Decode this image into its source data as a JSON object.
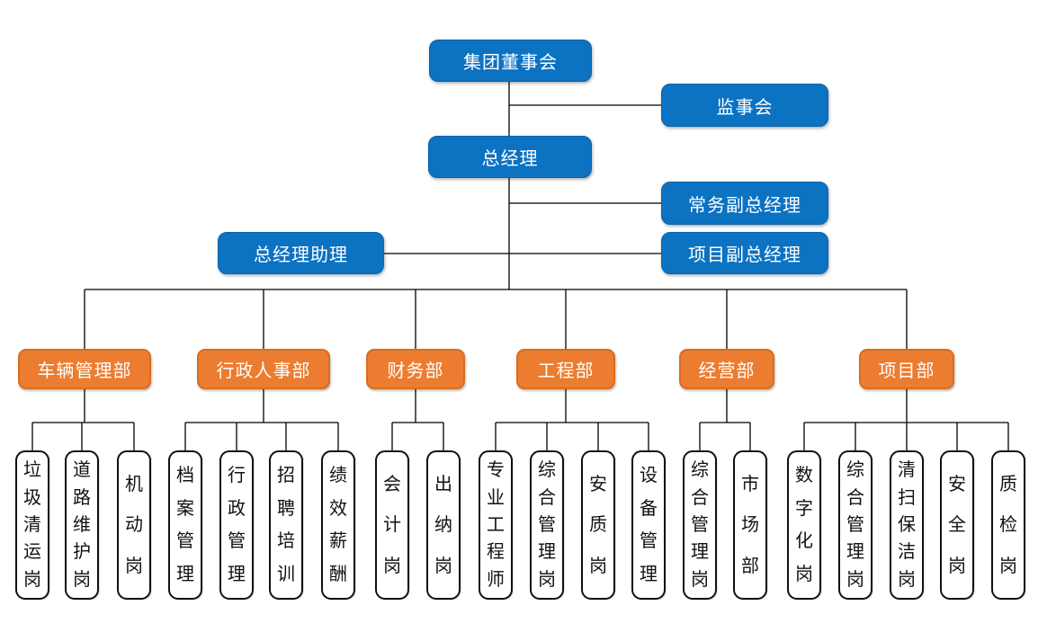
{
  "org": {
    "executives": {
      "board": "集团董事会",
      "supervisory_board": "监事会",
      "general_manager": "总经理",
      "exec_deputy_gm": "常务副总经理",
      "gm_assistant": "总经理助理",
      "project_deputy_gm": "项目副总经理"
    },
    "departments": [
      {
        "label": "车辆管理部",
        "positions": [
          "垃圾清运岗",
          "道路维护岗",
          "机动岗"
        ]
      },
      {
        "label": "行政人事部",
        "positions": [
          "档案管理",
          "行政管理",
          "招聘培训",
          "绩效薪酬"
        ]
      },
      {
        "label": "财务部",
        "positions": [
          "会计岗",
          "出纳岗"
        ]
      },
      {
        "label": "工程部",
        "positions": [
          "专业工程师",
          "综合管理岗",
          "安质岗",
          "设备管理"
        ]
      },
      {
        "label": "经营部",
        "positions": [
          "综合管理岗",
          "市场部"
        ]
      },
      {
        "label": "项目部",
        "positions": [
          "数字化岗",
          "综合管理岗",
          "清扫保洁岗",
          "安全岗",
          "质检岗"
        ]
      }
    ],
    "colors": {
      "executive_blue": "#0c72c2",
      "department_orange": "#ec7c2f",
      "position_white": "#ffffff",
      "connector_black": "#000000",
      "executive_text": "#ffffff",
      "position_text": "#111111"
    }
  }
}
